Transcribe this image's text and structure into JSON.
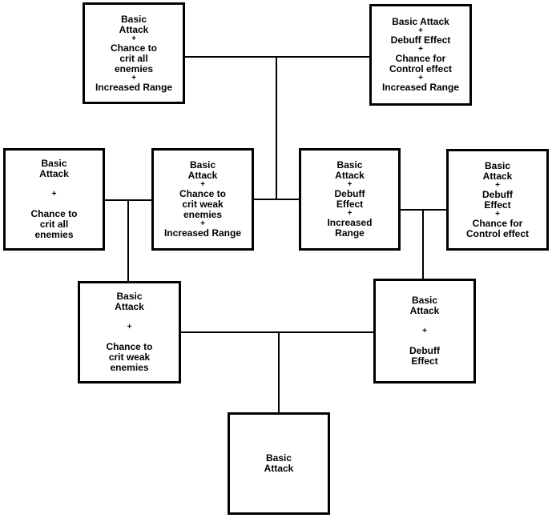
{
  "nodes": {
    "tl": [
      "Basic",
      "Attack",
      "+",
      "Chance to",
      "crit all",
      "enemies",
      "+",
      "Increased Range"
    ],
    "tr": [
      "Basic Attack",
      "+",
      "Debuff Effect",
      "+",
      "Chance for",
      "Control effect",
      "+",
      "Increased Range"
    ],
    "ml": [
      "Basic",
      "Attack",
      "+",
      "Chance to",
      "crit all",
      "enemies"
    ],
    "mcl": [
      "Basic",
      "Attack",
      "+",
      "Chance to",
      "crit weak",
      "enemies",
      "+",
      "Increased Range"
    ],
    "mcr": [
      "Basic",
      "Attack",
      "+",
      "Debuff",
      "Effect",
      "+",
      "Increased",
      "Range"
    ],
    "mr": [
      "Basic",
      "Attack",
      "+",
      "Debuff",
      "Effect",
      "+",
      "Chance for",
      "Control effect"
    ],
    "bl": [
      "Basic",
      "Attack",
      "+",
      "Chance to",
      "crit weak",
      "enemies"
    ],
    "br": [
      "Basic",
      "Attack",
      "+",
      "Debuff",
      "Effect"
    ],
    "root": [
      "Basic",
      "Attack"
    ]
  }
}
